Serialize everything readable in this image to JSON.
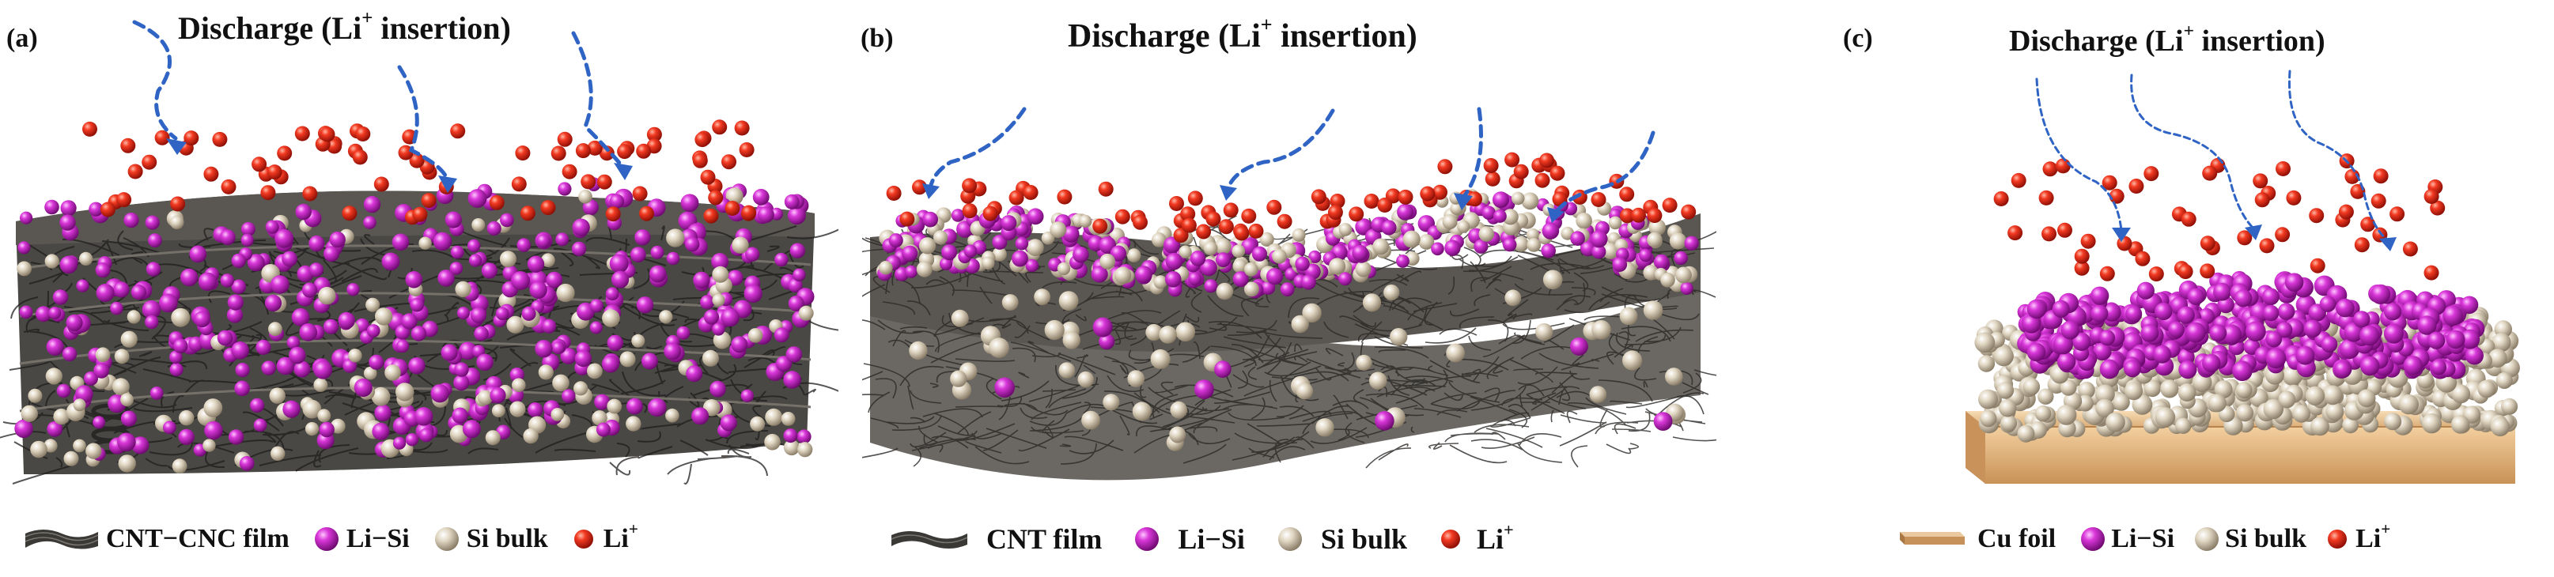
{
  "colors": {
    "li_ion": "#e62412",
    "li_si": "#d22fd2",
    "si_bulk": "#d9cdb7",
    "cnt_film": "#3b3936",
    "cu_foil": "#ecc898",
    "arrow": "#2f64c4"
  },
  "panels": [
    {
      "letter": "(a)",
      "title": {
        "prefix": "Discharge (Li",
        "sup": "+",
        "suffix": " insertion)"
      },
      "legend": [
        {
          "icon": "cnt-cnc-film-icon",
          "label": "CNT−CNC film",
          "sup": ""
        },
        {
          "icon": "li-si-sphere-icon",
          "label": "Li−Si",
          "sup": ""
        },
        {
          "icon": "si-bulk-sphere-icon",
          "label": "Si bulk",
          "sup": ""
        },
        {
          "icon": "li-ion-sphere-icon",
          "label": "Li",
          "sup": "+"
        }
      ]
    },
    {
      "letter": "(b)",
      "title": {
        "prefix": "Discharge (Li",
        "sup": "+",
        "suffix": " insertion)"
      },
      "legend": [
        {
          "icon": "cnt-film-icon",
          "label": "CNT film",
          "sup": ""
        },
        {
          "icon": "li-si-sphere-icon",
          "label": "Li−Si",
          "sup": ""
        },
        {
          "icon": "si-bulk-sphere-icon",
          "label": "Si bulk",
          "sup": ""
        },
        {
          "icon": "li-ion-sphere-icon",
          "label": "Li",
          "sup": "+"
        }
      ]
    },
    {
      "letter": "(c)",
      "title": {
        "prefix": "Discharge (Li",
        "sup": "+",
        "suffix": " insertion)"
      },
      "legend": [
        {
          "icon": "cu-foil-icon",
          "label": "Cu foil",
          "sup": ""
        },
        {
          "icon": "li-si-sphere-icon",
          "label": "Li−Si",
          "sup": ""
        },
        {
          "icon": "si-bulk-sphere-icon",
          "label": "Si bulk",
          "sup": ""
        },
        {
          "icon": "li-ion-sphere-icon",
          "label": "Li",
          "sup": "+"
        }
      ]
    }
  ]
}
